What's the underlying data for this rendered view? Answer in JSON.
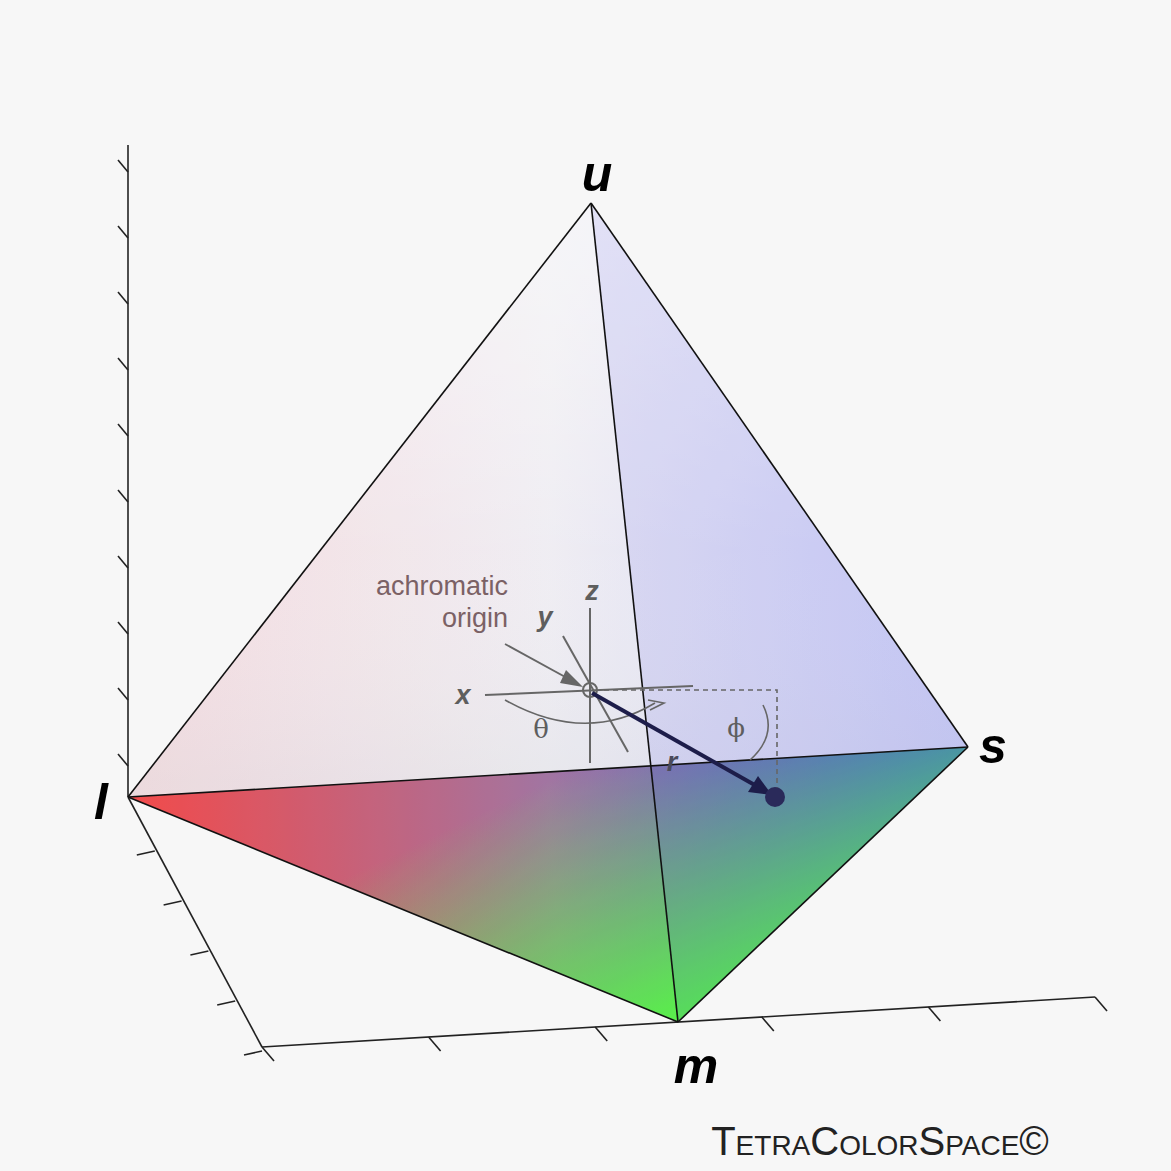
{
  "diagram": {
    "labels": [
      "u",
      "l",
      "s",
      "m",
      "achromatic origin",
      "x",
      "y",
      "z",
      "θ",
      "ϕ",
      "r",
      "TetraColorSpace©"
    ]
  }
}
